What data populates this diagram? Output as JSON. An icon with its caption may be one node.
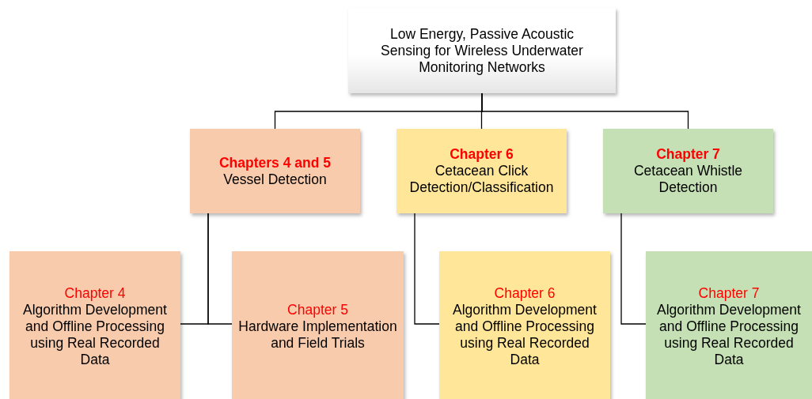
{
  "diagram": {
    "nodes": [
      {
        "text": [
          "Low Energy, Passive Acoustic Sensing for Wireless Underwater Monitoring Networks"
        ]
      },
      {
        "text": [
          "Chapters 4 and 5",
          "Vessel Detection"
        ]
      },
      {
        "text": [
          "Chapter 6",
          "Cetacean Click Detection/Classification"
        ]
      },
      {
        "text": [
          "Chapter 7",
          "Cetacean Whistle Detection"
        ]
      },
      {
        "text": [
          "Chapter 4",
          "Algorithm Development and Offline Processing using Real Recorded Data"
        ]
      },
      {
        "text": [
          "Chapter 5",
          "Hardware Implementation and Field Trials"
        ]
      },
      {
        "text": [
          "Chapter 6",
          "Algorithm Development and Offline Processing using Real Recorded Data"
        ]
      },
      {
        "text": [
          "Chapter 7",
          "Algorithm Development and Offline Processing using Real Recorded Data"
        ]
      }
    ],
    "edges": [
      {
        "from": 0,
        "to": 1,
        "arrow": "none"
      },
      {
        "from": 0,
        "to": 2,
        "arrow": "none"
      },
      {
        "from": 0,
        "to": 3,
        "arrow": "none"
      },
      {
        "from": 1,
        "to": 4,
        "arrow": "none"
      },
      {
        "from": 1,
        "to": 5,
        "arrow": "none"
      },
      {
        "from": 2,
        "to": 6,
        "arrow": "none"
      },
      {
        "from": 3,
        "to": 7,
        "arrow": "none"
      }
    ]
  }
}
